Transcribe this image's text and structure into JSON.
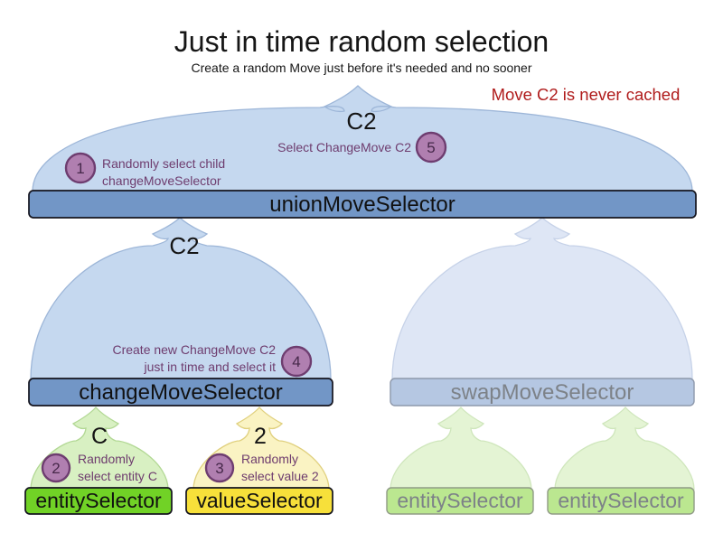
{
  "title": "Just in time random selection",
  "subtitle": "Create a random Move just before it's needed and no sooner",
  "warning": "Move C2 is never cached",
  "selectors": {
    "union": {
      "label": "unionMoveSelector"
    },
    "change": {
      "label": "changeMoveSelector"
    },
    "swap": {
      "label": "swapMoveSelector"
    },
    "entity": {
      "label": "entitySelector"
    },
    "value": {
      "label": "valueSelector"
    },
    "entity_faded_left": {
      "label": "entitySelector"
    },
    "entity_faded_right": {
      "label": "entitySelector"
    }
  },
  "moves": {
    "union_output": "C2",
    "change_output": "C2",
    "entity_output": "C",
    "value_output": "2"
  },
  "steps": [
    {
      "num": "1",
      "lines": [
        "Randomly select child",
        "changeMoveSelector"
      ]
    },
    {
      "num": "2",
      "lines": [
        "Randomly",
        "select entity C"
      ]
    },
    {
      "num": "3",
      "lines": [
        "Randomly",
        "select value 2"
      ]
    },
    {
      "num": "4",
      "lines": [
        "Create new ChangeMove C2",
        "just in time and select it"
      ]
    },
    {
      "num": "5",
      "lines": [
        "Select ChangeMove C2"
      ]
    }
  ],
  "colors": {
    "mound_blue": "#c5d8ef",
    "mound_blue_stroke": "#9db6d8",
    "mound_blue_faded": "#dee6f5",
    "mound_blue_faded_stroke": "#c6d2e8",
    "bar_blue": "#7296c6",
    "bar_stroke_dark": "#14141e",
    "bar_blue_faded": "#b5c7e2",
    "bar_faded_stroke": "#8d98ab",
    "text_faded": "#7d8288",
    "mound_green": "#d8f0c2",
    "mound_green_stroke": "#b2d894",
    "bar_green": "#71d226",
    "mound_yellow": "#faf3c3",
    "mound_yellow_stroke": "#e0d07e",
    "bar_yellow": "#f7e03a",
    "mound_green_faded": "#e4f4d4",
    "mound_green_faded_stroke": "#cfe6bc",
    "bar_green_faded": "#bbe790",
    "bar_green_faded_stroke": "#909b86",
    "circle_fill": "#b07fb0",
    "circle_stroke": "#6e3d70",
    "circle_text": "#46284a",
    "note_text": "#6e3c6e",
    "warning_red": "#b01c1c"
  }
}
